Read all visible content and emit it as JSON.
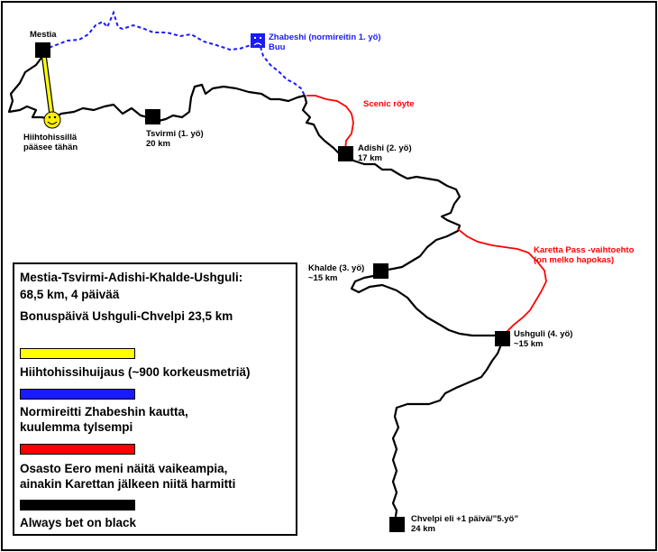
{
  "map": {
    "colors": {
      "route_black": "#000000",
      "route_blue": "#1a1aff",
      "route_red": "#ff0000",
      "ski_lift_yellow": "#ffff00",
      "smiley_yellow": "#ffee00"
    },
    "icons": {
      "mestia": "square-marker",
      "smiley": "smiley-face-icon",
      "sad": "sad-face-icon"
    },
    "labels": {
      "mestia": "Mestia",
      "lift_end_1": "Hiihtohissillä",
      "lift_end_2": "pääsee tähän",
      "tsvirmi_1": "Tsvirmi (1. yö)",
      "tsvirmi_2": "20 km",
      "zhabeshi_1": "Zhabeshi (normireitin 1. yö)",
      "zhabeshi_2": "Buu",
      "scenic": "Scenic röyte",
      "adishi_1": "Adishi (2. yö)",
      "adishi_2": "17 km",
      "karetta_1": "Karetta Pass -vaihtoehto",
      "karetta_2": "(on melko hapokas)",
      "khalde_1": "Khalde (3. yö)",
      "khalde_2": "~15 km",
      "ushguli_1": "Ushguli (4. yö)",
      "ushguli_2": "~15 km",
      "chvelpi_1": "Chvelpi eli +1 päivä/”5.yö”",
      "chvelpi_2": "24 km"
    }
  },
  "legend": {
    "summary_1": "Mestia-Tsvirmi-Adishi-Khalde-Ushguli:",
    "summary_2": "68,5 km, 4 päivää",
    "bonus": "Bonuspäivä Ushguli-Chvelpi 23,5 km",
    "yellow_1": "Hiihtohissihuijaus (~900 korkeusmetriä)",
    "blue_1": "Normireitti Zhabeshin kautta,",
    "blue_2": "kuulemma tylsempi",
    "red_1": "Osasto Eero meni näitä vaikeampia,",
    "red_2": "ainakin Karettan jälkeen niitä harmitti",
    "black_1": "Always bet on black"
  }
}
